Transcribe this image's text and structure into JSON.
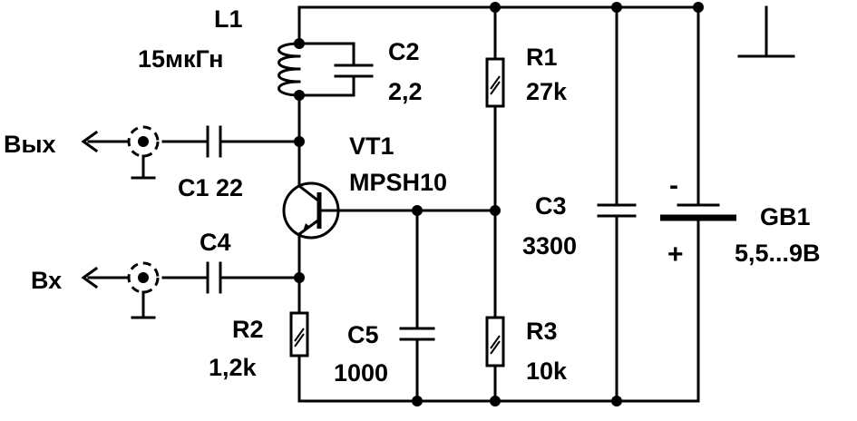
{
  "components": {
    "L1": {
      "ref": "L1",
      "value": "15мкГн"
    },
    "C2": {
      "ref": "C2",
      "value": "2,2"
    },
    "R1": {
      "ref": "R1",
      "value": "27k"
    },
    "C1": {
      "label": "C1 22"
    },
    "VT1": {
      "ref": "VT1",
      "value": "MPSH10"
    },
    "C3": {
      "ref": "C3",
      "value": "3300"
    },
    "GB1": {
      "ref": "GB1",
      "value": "5,5...9В",
      "minus": "-",
      "plus": "+"
    },
    "C4": {
      "ref": "C4"
    },
    "R2": {
      "ref": "R2",
      "value": "1,2k"
    },
    "C5": {
      "ref": "C5",
      "value": "1000"
    },
    "R3": {
      "ref": "R3",
      "value": "10k"
    }
  },
  "ports": {
    "output": "Вых",
    "input": "Вх"
  }
}
